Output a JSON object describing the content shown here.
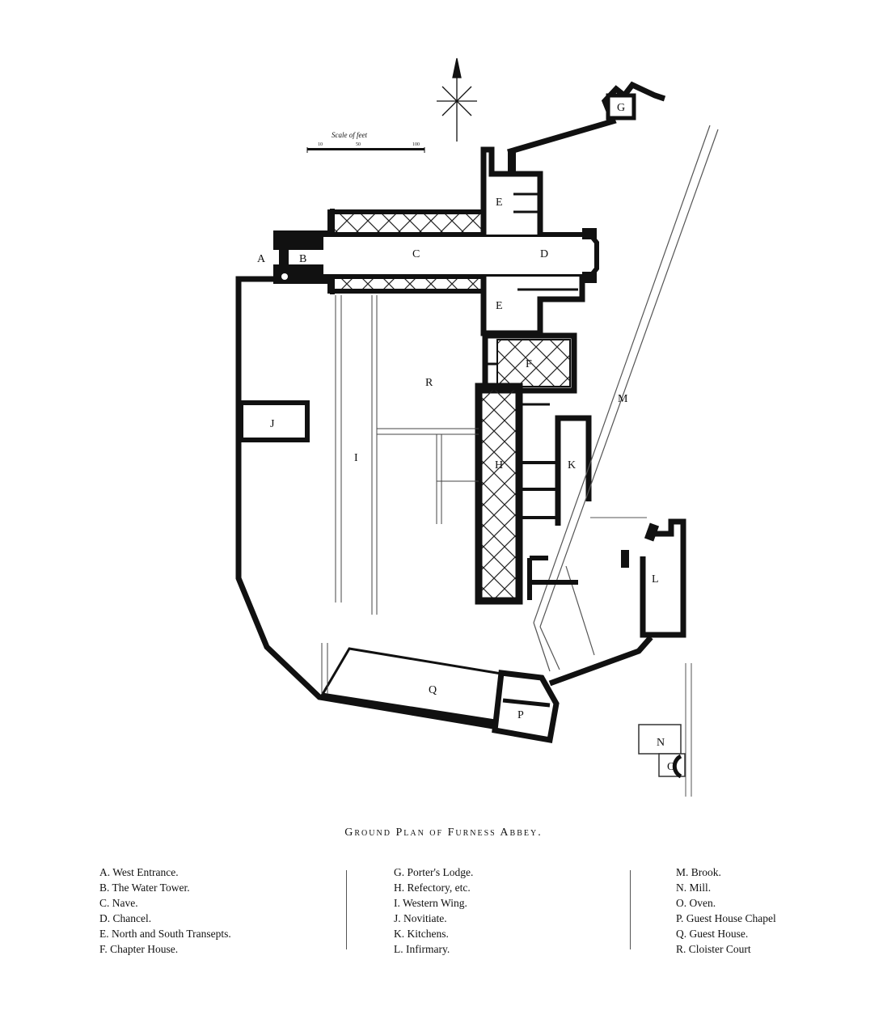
{
  "diagram": {
    "scale": {
      "title": "Scale of feet",
      "ticks": [
        "10",
        "50",
        "100"
      ]
    },
    "caption": "Ground Plan of Furness Abbey.",
    "letters": [
      "A",
      "B",
      "C",
      "D",
      "E",
      "E",
      "F",
      "G",
      "H",
      "I",
      "J",
      "K",
      "L",
      "M",
      "N",
      "O",
      "P",
      "Q",
      "R"
    ]
  },
  "legend": {
    "col1": [
      "A. West Entrance.",
      "B. The Water Tower.",
      "C. Nave.",
      "D. Chancel.",
      "E. North and South Transepts.",
      "F. Chapter House."
    ],
    "col2": [
      "G. Porter's Lodge.",
      "H. Refectory, etc.",
      "I. Western Wing.",
      "J. Novitiate.",
      "K. Kitchens.",
      "L. Infirmary."
    ],
    "col3": [
      "M. Brook.",
      "N. Mill.",
      "O. Oven.",
      "P. Guest House Chapel",
      "Q. Guest House.",
      "R. Cloister Court"
    ]
  }
}
